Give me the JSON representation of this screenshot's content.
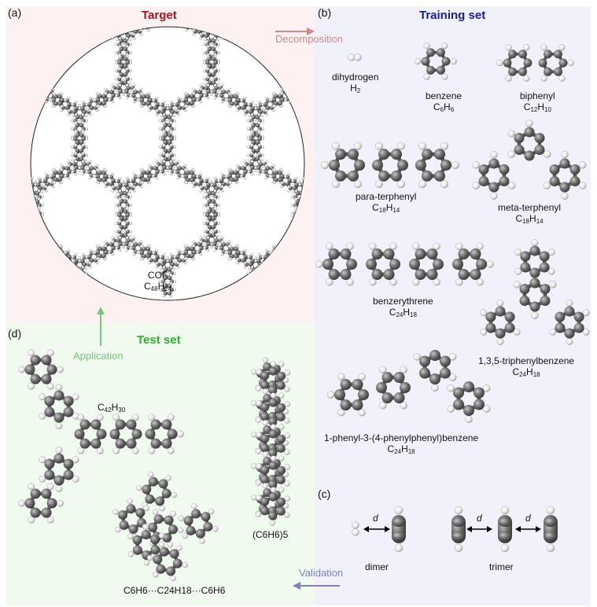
{
  "panels": {
    "a": {
      "letter": "(a)",
      "title": "Target",
      "title_color": "#b0101e"
    },
    "b": {
      "letter": "(b)",
      "title": "Training set",
      "title_color": "#1a1aa0"
    },
    "c": {
      "letter": "(c)"
    },
    "d": {
      "letter": "(d)",
      "title": "Test set",
      "title_color": "#2bb52b"
    }
  },
  "arrows": {
    "decomposition": {
      "label": "Decomposition",
      "color": "#cf8a8a"
    },
    "application": {
      "label": "Application",
      "color": "#7cc47c"
    },
    "validation": {
      "label": "Validation",
      "color": "#8080c0"
    }
  },
  "target": {
    "name": "COF",
    "formula": [
      "C",
      "48",
      "H",
      "24"
    ]
  },
  "training": [
    {
      "name": "dihydrogen",
      "formula": [
        "H",
        "2"
      ]
    },
    {
      "name": "benzene",
      "formula": [
        "C",
        "6",
        "H",
        "6"
      ]
    },
    {
      "name": "biphenyl",
      "formula": [
        "C",
        "12",
        "H",
        "10"
      ]
    },
    {
      "name": "para-terphenyl",
      "formula": [
        "C",
        "18",
        "H",
        "14"
      ]
    },
    {
      "name": "meta-terphenyl",
      "formula": [
        "C",
        "18",
        "H",
        "14"
      ]
    },
    {
      "name": "benzerythrene",
      "formula": [
        "C",
        "24",
        "H",
        "18"
      ]
    },
    {
      "name": "1,3,5-triphenylbenzene",
      "formula": [
        "C",
        "24",
        "H",
        "18"
      ]
    },
    {
      "name": "1-phenyl-3-(4-phenylphenyl)benzene",
      "formula": [
        "C",
        "24",
        "H",
        "18"
      ]
    }
  ],
  "complexes": {
    "d_symbol": "d",
    "dimer": "dimer",
    "trimer": "trimer"
  },
  "test": {
    "big": {
      "formula": [
        "C",
        "42",
        "H",
        "30"
      ]
    },
    "stack": {
      "formula": "(C6H6)5"
    },
    "sandwich": {
      "formula": "C6H6···C24H18···C6H6"
    }
  },
  "colors": {
    "carbon": "#7a7a7a",
    "hydrogen": "#f2f2f2",
    "bond": "#555555"
  }
}
